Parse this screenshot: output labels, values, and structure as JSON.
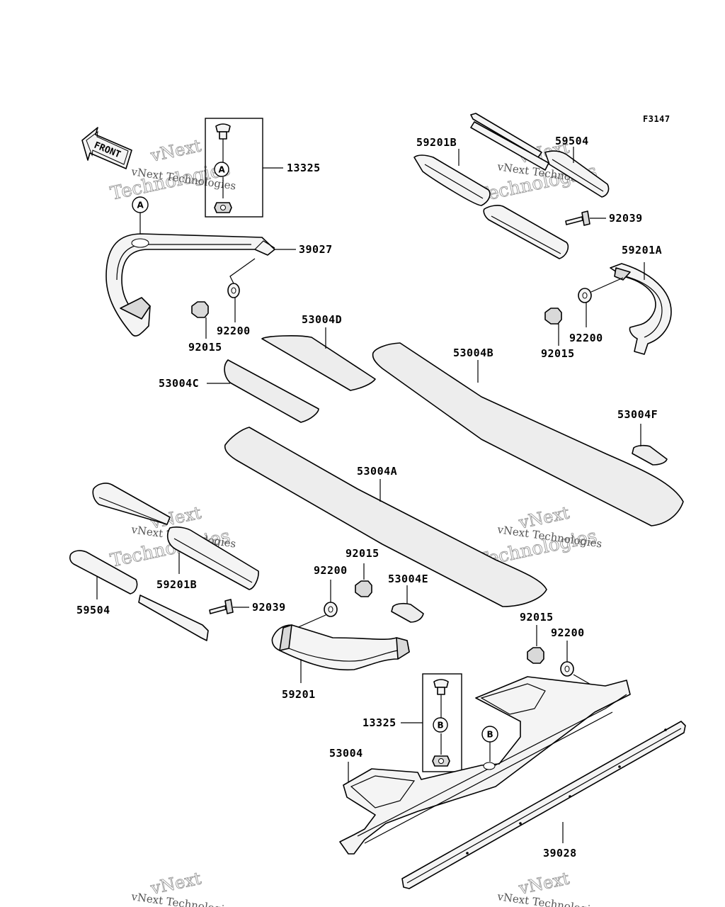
{
  "figure_code": "F3147",
  "front_label": "FRONT",
  "watermark": {
    "line1": "vNext",
    "line2": "Technologies",
    "full": "vNext Technologies"
  },
  "callouts": {
    "a": "A",
    "b": "B"
  },
  "labels": {
    "p13325_top": "13325",
    "p39027": "39027",
    "p92200_l": "92200",
    "p92015_l": "92015",
    "p53004d": "53004D",
    "p53004c": "53004C",
    "p59201b_top": "59201B",
    "p59504_top": "59504",
    "p92039_top": "92039",
    "p59201a": "59201A",
    "p92200_r": "92200",
    "p92015_r": "92015",
    "p53004b": "53004B",
    "p53004f": "53004F",
    "p53004a": "53004A",
    "p92015_m": "92015",
    "p92200_m": "92200",
    "p53004e": "53004E",
    "p59201b_bot": "59201B",
    "p59504_bot": "59504",
    "p92039_bot": "92039",
    "p59201": "59201",
    "p92015_br": "92015",
    "p92200_br": "92200",
    "p13325_bot": "13325",
    "p53004": "53004",
    "p39028": "39028"
  }
}
